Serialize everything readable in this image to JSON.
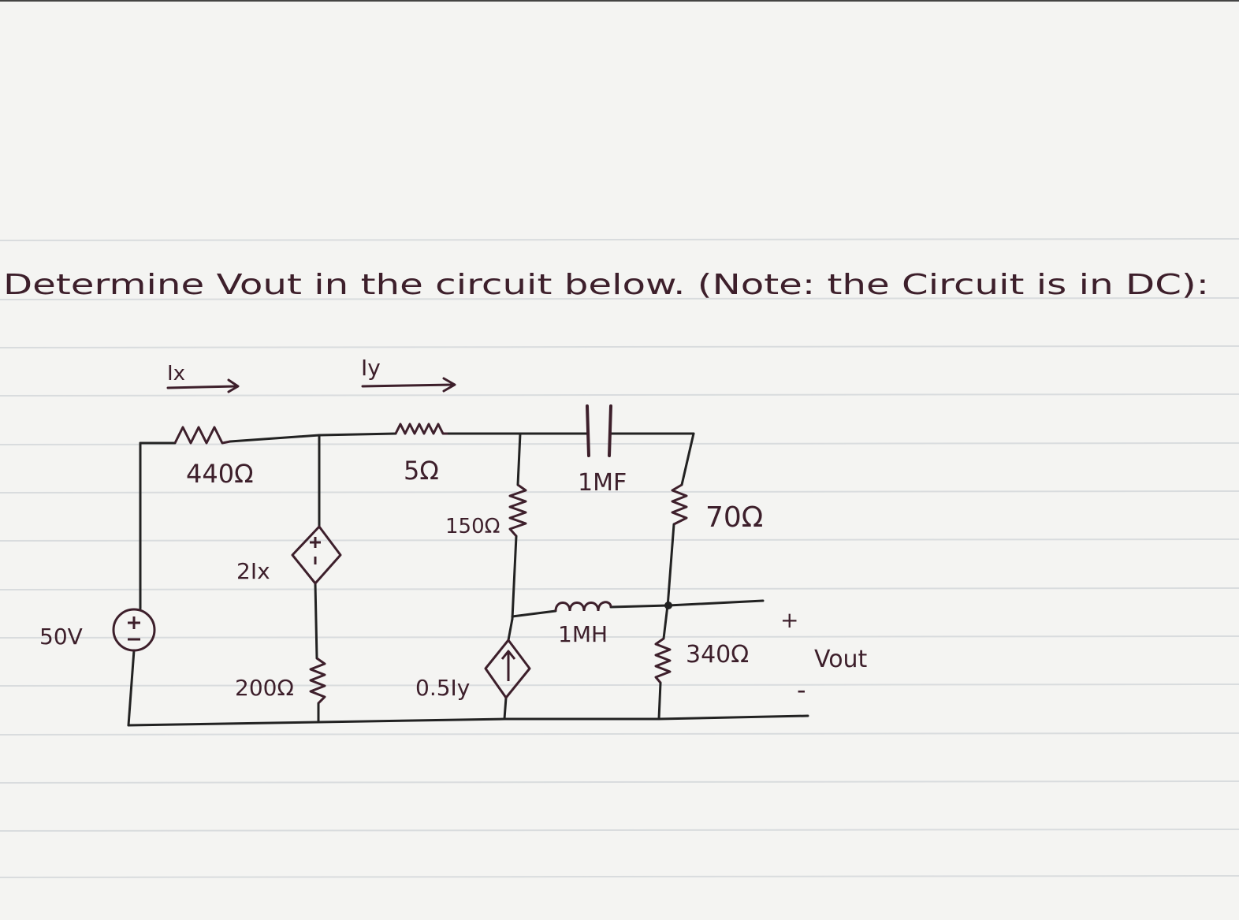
{
  "problem": {
    "statement": "Determine Vout in the circuit below. (Note: the Circuit is in DC):"
  },
  "labels": {
    "ix": "Ix",
    "iy": "Iy",
    "r440": "440Ω",
    "r5": "5Ω",
    "c1": "1MF",
    "r150": "150Ω",
    "r70": "70Ω",
    "dep_v": "2Ix",
    "l1": "1MH",
    "src": "50V",
    "r200": "200Ω",
    "dep_i": "0.5Iy",
    "r340": "340Ω",
    "vout_plus": "+",
    "vout_minus": "-",
    "vout": "Vout"
  },
  "colors": {
    "ink": "#3d1f2b",
    "wire": "#222222",
    "paper": "#f4f4f2",
    "rule_line": "#d9dcde"
  },
  "icons": {
    "src_symbol": "voltage-source-icon",
    "dep_v_symbol": "dependent-voltage-source-icon",
    "dep_i_symbol": "dependent-current-source-icon"
  }
}
